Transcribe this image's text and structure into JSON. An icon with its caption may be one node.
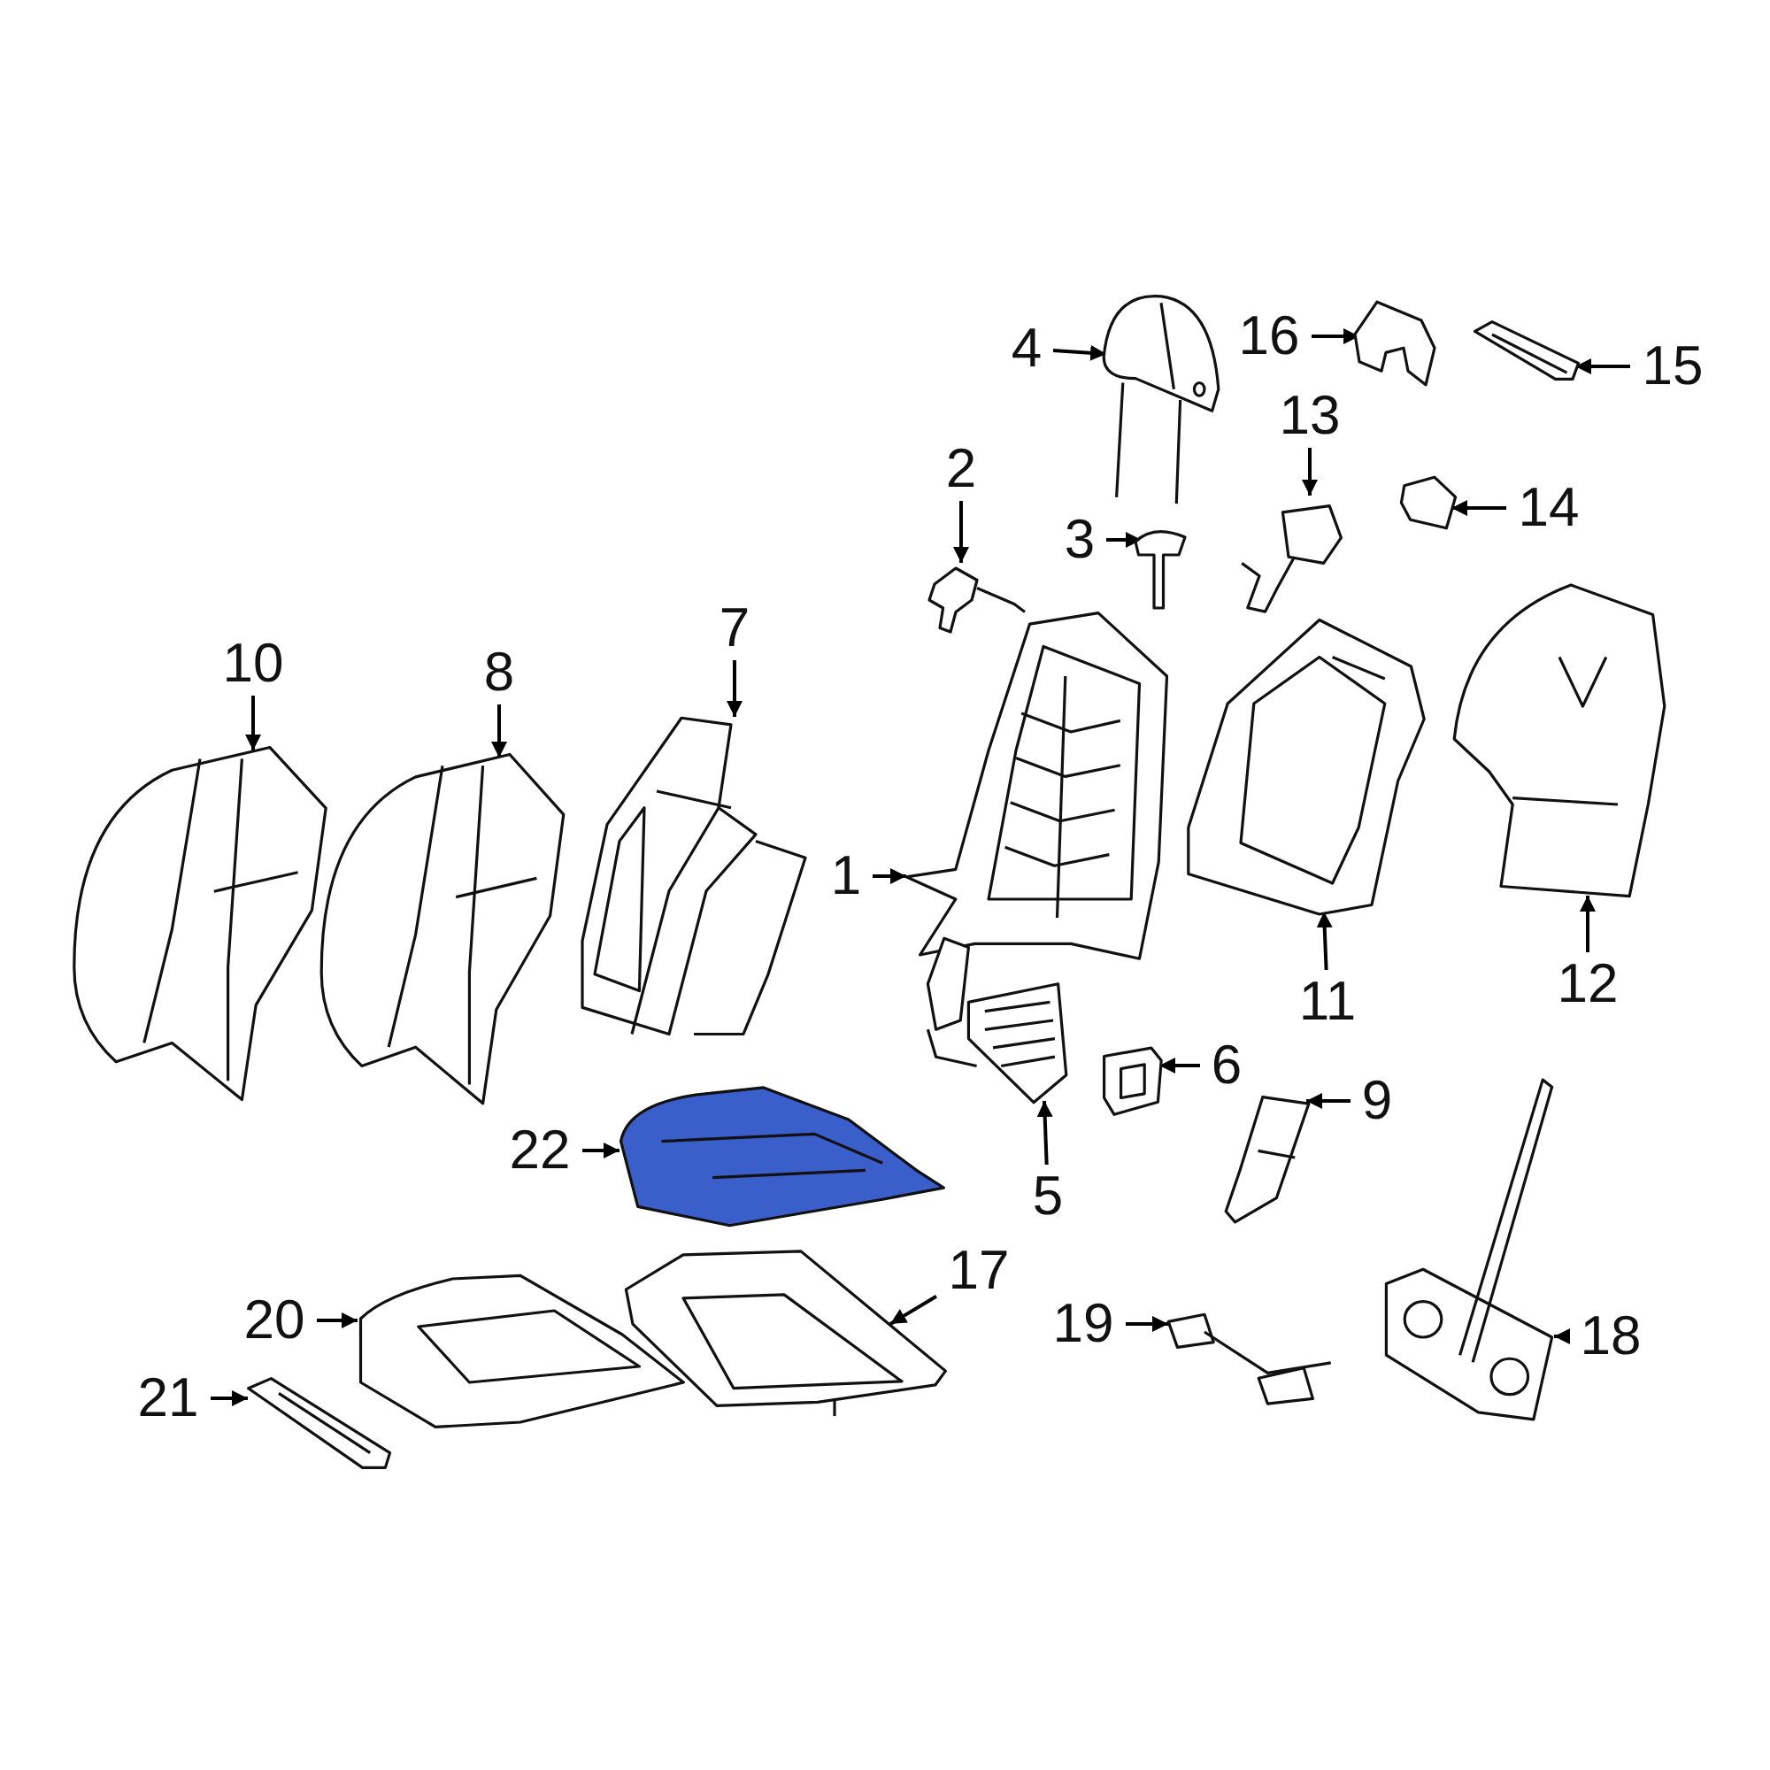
{
  "diagram": {
    "nodes": [
      {
        "text": [
          "1"
        ]
      },
      {
        "text": [
          "2"
        ]
      },
      {
        "text": [
          "3"
        ]
      },
      {
        "text": [
          "4"
        ]
      },
      {
        "text": [
          "5"
        ]
      },
      {
        "text": [
          "6"
        ]
      },
      {
        "text": [
          "7"
        ]
      },
      {
        "text": [
          "8"
        ]
      },
      {
        "text": [
          "9"
        ]
      },
      {
        "text": [
          "10"
        ]
      },
      {
        "text": [
          "11"
        ]
      },
      {
        "text": [
          "12"
        ]
      },
      {
        "text": [
          "13"
        ]
      },
      {
        "text": [
          "14"
        ]
      },
      {
        "text": [
          "15"
        ]
      },
      {
        "text": [
          "16"
        ]
      },
      {
        "text": [
          "17"
        ]
      },
      {
        "text": [
          "18"
        ]
      },
      {
        "text": [
          "19"
        ]
      },
      {
        "text": [
          "20"
        ]
      },
      {
        "text": [
          "21"
        ]
      },
      {
        "text": [
          "22"
        ]
      },
      {
        "text": [],
        "shape": "picture"
      },
      {
        "text": [],
        "shape": "picture"
      },
      {
        "text": [],
        "shape": "picture"
      },
      {
        "text": [],
        "shape": "picture"
      },
      {
        "text": [],
        "shape": "picture"
      },
      {
        "text": [],
        "shape": "picture"
      },
      {
        "text": [],
        "shape": "picture"
      },
      {
        "text": [],
        "shape": "picture"
      },
      {
        "text": [],
        "shape": "picture"
      },
      {
        "text": [],
        "shape": "picture"
      },
      {
        "text": [],
        "shape": "picture"
      },
      {
        "text": [],
        "shape": "picture"
      },
      {
        "text": [],
        "shape": "picture"
      },
      {
        "text": [],
        "shape": "picture"
      },
      {
        "text": [],
        "shape": "picture"
      },
      {
        "text": [],
        "shape": "picture"
      },
      {
        "text": [],
        "shape": "picture"
      },
      {
        "text": [],
        "shape": "picture"
      },
      {
        "text": [],
        "shape": "picture"
      },
      {
        "text": [],
        "shape": "picture"
      },
      {
        "text": [],
        "shape": "picture"
      },
      {
        "text": [],
        "shape": "picture"
      }
    ],
    "edges": [
      {
        "from": 0,
        "to": 22,
        "arrow": "to"
      },
      {
        "from": 1,
        "to": 23,
        "arrow": "to"
      },
      {
        "from": 2,
        "to": 24,
        "arrow": "to"
      },
      {
        "from": 3,
        "to": 25,
        "arrow": "to"
      },
      {
        "from": 4,
        "to": 26,
        "arrow": "to"
      },
      {
        "from": 5,
        "to": 27,
        "arrow": "to"
      },
      {
        "from": 6,
        "to": 28,
        "arrow": "to"
      },
      {
        "from": 7,
        "to": 29,
        "arrow": "to"
      },
      {
        "from": 8,
        "to": 30,
        "arrow": "to"
      },
      {
        "from": 9,
        "to": 31,
        "arrow": "to"
      },
      {
        "from": 10,
        "to": 32,
        "arrow": "to"
      },
      {
        "from": 11,
        "to": 33,
        "arrow": "to"
      },
      {
        "from": 12,
        "to": 34,
        "arrow": "to"
      },
      {
        "from": 13,
        "to": 35,
        "arrow": "to"
      },
      {
        "from": 14,
        "to": 36,
        "arrow": "to"
      },
      {
        "from": 15,
        "to": 37,
        "arrow": "to"
      },
      {
        "from": 16,
        "to": 38,
        "arrow": "to"
      },
      {
        "from": 17,
        "to": 39,
        "arrow": "to"
      },
      {
        "from": 18,
        "to": 40,
        "arrow": "to"
      },
      {
        "from": 19,
        "to": 41,
        "arrow": "to"
      },
      {
        "from": 20,
        "to": 42,
        "arrow": "to"
      },
      {
        "from": 21,
        "to": 43,
        "arrow": "to"
      }
    ]
  }
}
